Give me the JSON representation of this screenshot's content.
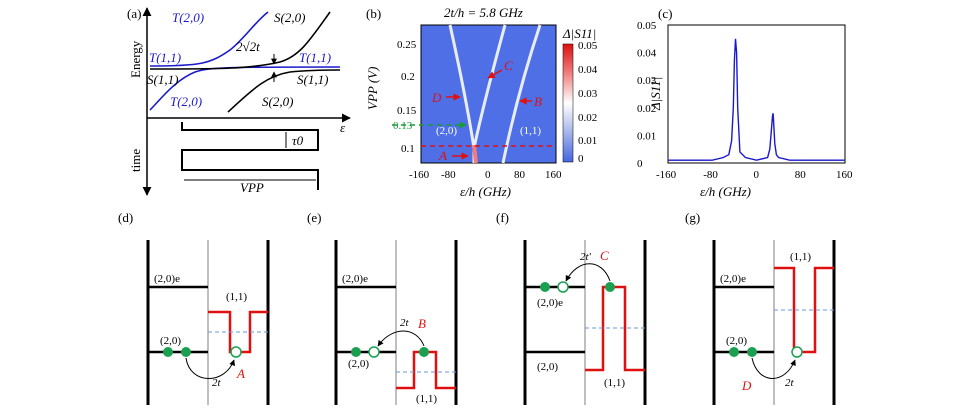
{
  "panels": {
    "a": {
      "label": "(a)",
      "y_axis": "Energy",
      "x_axis": "ε",
      "time_axis": "time",
      "curve_labels": {
        "t20_top": "T(2,0)",
        "s20_top": "S(2,0)",
        "t11_left": "T(1,1)",
        "s11_left": "S(1,1)",
        "t11_right": "T(1,1)",
        "s11_right": "S(1,1)",
        "t20_bottom": "T(2,0)",
        "s20_bottom": "S(2,0)",
        "gap": "2√2t"
      },
      "tau": "τ0",
      "vpp": "VPP"
    },
    "b": {
      "label": "(b)",
      "title": "2t/h = 5.8 GHz",
      "ylabel": "VPP (V)",
      "xlabel": "ε/h (GHz)",
      "xticks": [
        "-160",
        "-80",
        "0",
        "80",
        "160"
      ],
      "yticks": [
        "0.1",
        "0.15",
        "0.2",
        "0.25"
      ],
      "green_tick": "0.13",
      "region_left": "(2,0)",
      "region_right": "(1,1)",
      "markers": [
        "A",
        "B",
        "C",
        "D"
      ],
      "colorbar_label": "Δ|S11|",
      "colorbar_ticks": [
        "0.05",
        "0.04",
        "0.03",
        "0.02",
        "0.01",
        "0"
      ]
    },
    "c": {
      "label": "(c)",
      "ylabel": "Δ|S11|",
      "xlabel": "ε/h (GHz)",
      "xticks": [
        "-160",
        "-80",
        "0",
        "80",
        "160"
      ],
      "yticks": [
        "0.05",
        "0.04",
        "0.03",
        "0.02",
        "0.01",
        "0"
      ]
    },
    "d": {
      "label": "(d)",
      "state_e": "(2,0)e",
      "state_g": "(2,0)",
      "right": "(1,1)",
      "hop": "2t",
      "marker": "A"
    },
    "e": {
      "label": "(e)",
      "state_e": "(2,0)e",
      "state_g": "(2,0)",
      "right": "(1,1)",
      "hop": "2t",
      "marker": "B"
    },
    "f": {
      "label": "(f)",
      "state_e": "(2,0)e",
      "state_g": "(2,0)",
      "right": "(1,1)",
      "hop": "2t'",
      "marker": "C"
    },
    "g": {
      "label": "(g)",
      "state_e": "(2,0)e",
      "state_g": "(2,0)",
      "right": "(1,1)",
      "hop": "2t",
      "marker": "D"
    }
  },
  "chart_data": {
    "type": "line",
    "title": "",
    "xlabel": "ε/h (GHz)",
    "ylabel": "Δ|S11|",
    "xlim": [
      -160,
      160
    ],
    "ylim": [
      0,
      0.05
    ],
    "series": [
      {
        "x": [
          -160,
          -120,
          -80,
          -60,
          -50,
          -45,
          -42,
          -40,
          -38,
          -36,
          -34,
          -30,
          -20,
          0,
          20,
          24,
          27,
          29,
          30,
          31,
          33,
          36,
          40,
          60,
          100,
          140,
          160
        ],
        "values": [
          0.001,
          0.001,
          0.001,
          0.002,
          0.003,
          0.008,
          0.02,
          0.037,
          0.045,
          0.04,
          0.02,
          0.004,
          0.002,
          0.001,
          0.002,
          0.005,
          0.012,
          0.017,
          0.018,
          0.015,
          0.007,
          0.003,
          0.002,
          0.001,
          0.001,
          0.001,
          0.001
        ]
      }
    ]
  }
}
